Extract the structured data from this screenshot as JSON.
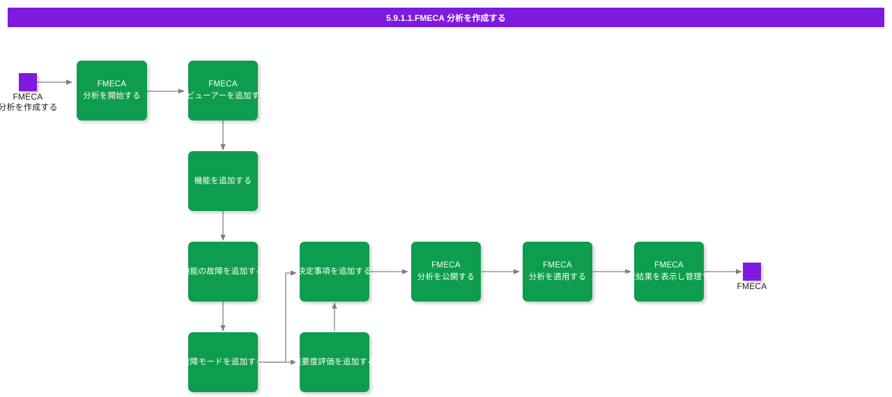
{
  "header": {
    "title": "5.9.1.1.FMECA 分析を作成する",
    "background_color": "#7f1ae0",
    "text_color": "#ffffff"
  },
  "diagram": {
    "type": "flowchart",
    "process_color": "#0e9d4e",
    "terminator_color": "#7f1ae0",
    "edge_color": "#808080",
    "start_node": {
      "id": "start",
      "shape": "square",
      "caption_line1": "FMECA",
      "caption_line2": "分析を作成する"
    },
    "end_node": {
      "id": "end",
      "shape": "square",
      "caption_line1": "FMECA",
      "caption_line2": ""
    },
    "nodes": [
      {
        "id": "n1",
        "line1": "FMECA",
        "line2": "分析を開始する"
      },
      {
        "id": "n2",
        "line1": "FMECA",
        "line2": "レビューアーを追加する"
      },
      {
        "id": "n3",
        "line1": "",
        "line2": "機能を追加する"
      },
      {
        "id": "n4",
        "line1": "",
        "line2": "機能の故障を追加する"
      },
      {
        "id": "n5",
        "line1": "",
        "line2": "故障モードを追加する"
      },
      {
        "id": "n6",
        "line1": "",
        "line2": "重要度評価を追加する"
      },
      {
        "id": "n7",
        "line1": "",
        "line2": "決定事項を追加する"
      },
      {
        "id": "n8",
        "line1": "FMECA",
        "line2": "分析を公開する"
      },
      {
        "id": "n9",
        "line1": "FMECA",
        "line2": "分析を適用する"
      },
      {
        "id": "n10",
        "line1": "FMECA",
        "line2": "調査結果を表示し管理する"
      }
    ],
    "edges": [
      {
        "from": "start",
        "to": "n1"
      },
      {
        "from": "n1",
        "to": "n2"
      },
      {
        "from": "n2",
        "to": "n3"
      },
      {
        "from": "n3",
        "to": "n4"
      },
      {
        "from": "n4",
        "to": "n5"
      },
      {
        "from": "n5",
        "to": "n6"
      },
      {
        "from": "n5",
        "to": "n7"
      },
      {
        "from": "n6",
        "to": "n7"
      },
      {
        "from": "n7",
        "to": "n8"
      },
      {
        "from": "n8",
        "to": "n9"
      },
      {
        "from": "n9",
        "to": "n10"
      },
      {
        "from": "n10",
        "to": "end"
      }
    ]
  }
}
